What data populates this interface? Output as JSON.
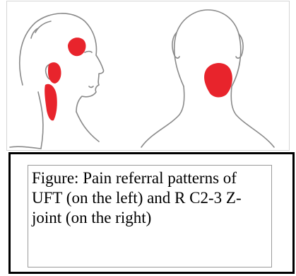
{
  "figure": {
    "caption": "Figure: Pain referral patterns of UFT (on the left) and R C2-3 Z-joint (on the right)",
    "outline_color": "#8a8a8a",
    "pain_color": "#e8242c",
    "panels": [
      {
        "name": "head-side-view",
        "pain_regions": [
          "upper-posterior-head",
          "ear-and-jaw-angle",
          "lateral-neck"
        ]
      },
      {
        "name": "head-back-view",
        "pain_regions": [
          "right-suboccipital-upper-neck"
        ]
      }
    ]
  }
}
